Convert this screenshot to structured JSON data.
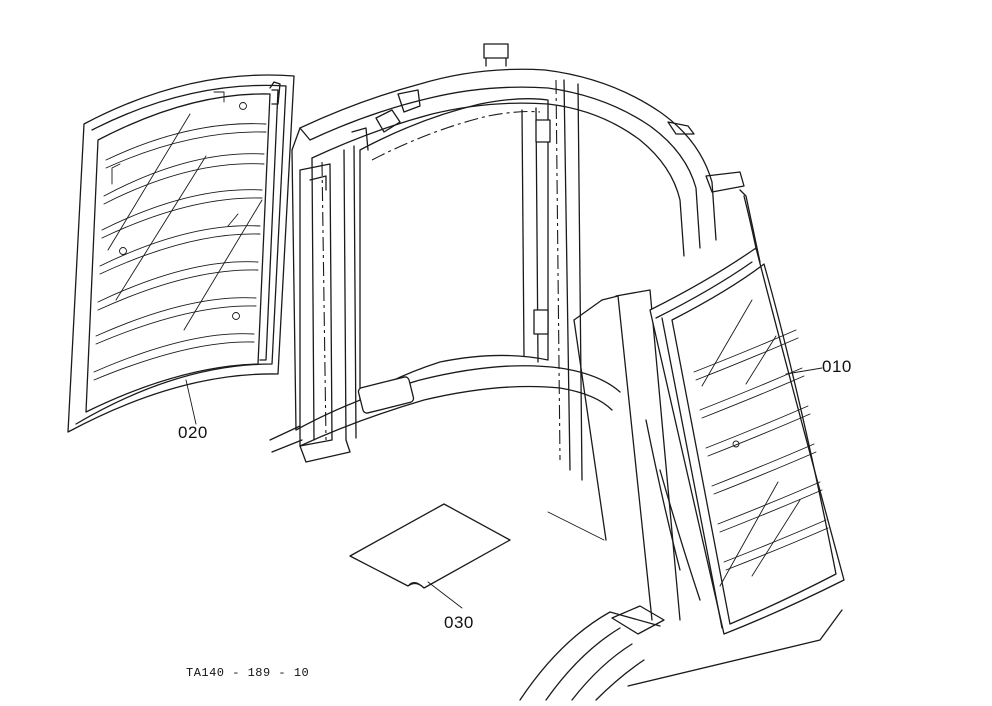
{
  "diagram": {
    "callouts": [
      {
        "id": "rear-glass",
        "label": "010"
      },
      {
        "id": "door-glass",
        "label": "020"
      },
      {
        "id": "decal-sheet",
        "label": "030"
      }
    ],
    "figure_code": "TA140 - 189 - 10"
  }
}
